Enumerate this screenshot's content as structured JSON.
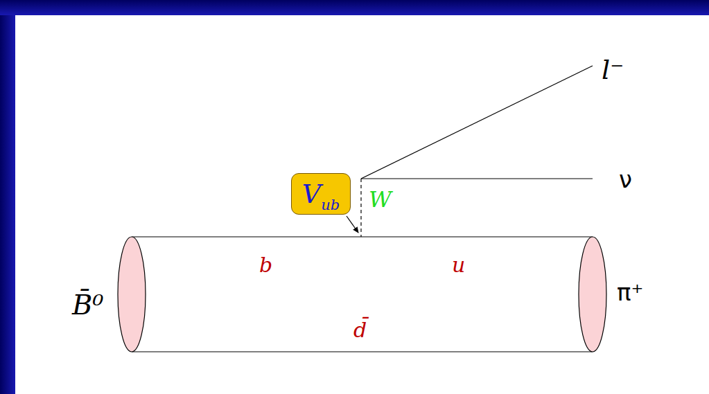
{
  "diagram": {
    "nodes": [
      {
        "text": [
          "V",
          "ub"
        ]
      }
    ],
    "labels": [
      "W",
      "b",
      "u",
      "d̄",
      "l⁻",
      "ν",
      "B̄⁰",
      "π⁺"
    ]
  }
}
